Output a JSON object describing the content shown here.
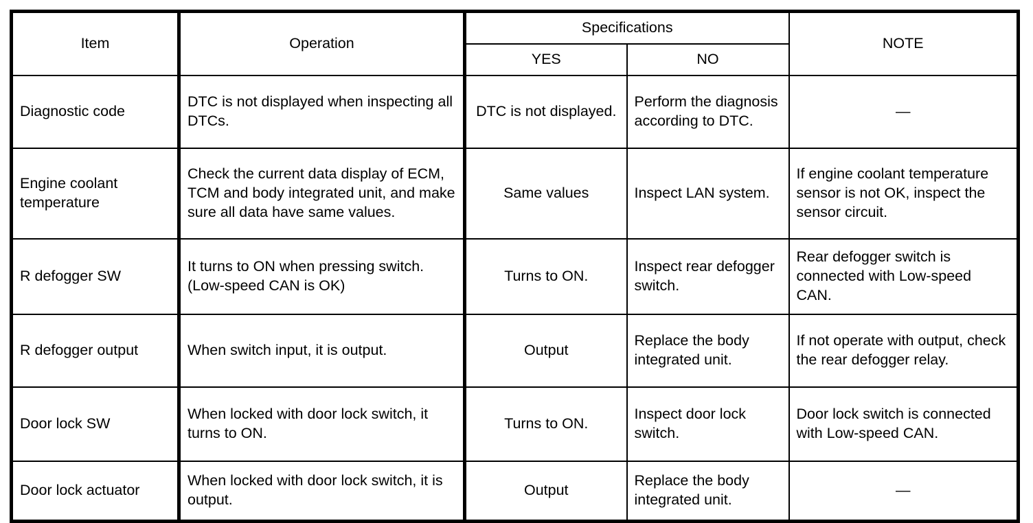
{
  "table": {
    "headers": {
      "item": "Item",
      "operation": "Operation",
      "specifications": "Specifications",
      "yes": "YES",
      "no": "NO",
      "note": "NOTE"
    },
    "rows": [
      {
        "item": "Diagnostic code",
        "operation": "DTC is not displayed when inspecting all DTCs.",
        "yes": "DTC is not displayed.",
        "no": "Perform the diagnosis according to DTC.",
        "note": "—"
      },
      {
        "item": "Engine coolant temperature",
        "operation": "Check the current data display of ECM, TCM and body integrated unit, and make sure all data have same values.",
        "yes": "Same values",
        "no": "Inspect LAN system.",
        "note": "If engine coolant temperature sensor is not OK, inspect the sensor circuit."
      },
      {
        "item": "R defogger SW",
        "operation": "It turns to ON when pressing switch. (Low-speed CAN is OK)",
        "yes": "Turns to ON.",
        "no": "Inspect rear defogger switch.",
        "note": "Rear defogger switch is connected with Low-speed CAN."
      },
      {
        "item": "R defogger output",
        "operation": "When switch input, it is output.",
        "yes": "Output",
        "no": "Replace the body integrated unit.",
        "note": "If not operate with output, check the rear defogger relay."
      },
      {
        "item": "Door lock SW",
        "operation": "When locked with door lock switch, it turns to ON.",
        "yes": "Turns to ON.",
        "no": "Inspect door lock switch.",
        "note": "Door lock switch is connected with Low-speed CAN."
      },
      {
        "item": "Door lock actuator",
        "operation": "When locked with door lock switch, it is output.",
        "yes": "Output",
        "no": "Replace the body integrated unit.",
        "note": "—"
      }
    ]
  },
  "colors": {
    "border": "#000000",
    "background": "#ffffff",
    "text": "#000000"
  }
}
